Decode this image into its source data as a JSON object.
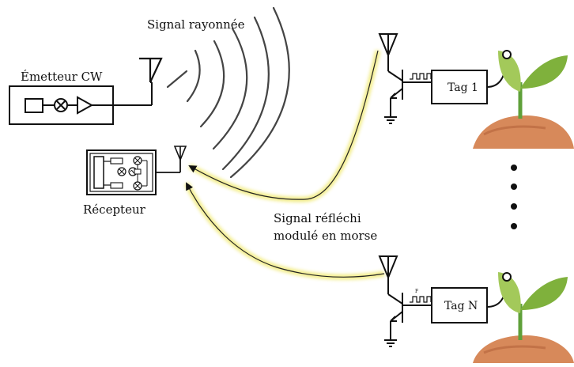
{
  "labels": {
    "radiated_signal": "Signal rayonnée",
    "cw_emitter": "Émetteur CW",
    "receiver": "Récepteur",
    "reflected_signal_line1": "Signal réfléchi",
    "reflected_signal_line2": "modulé en morse",
    "tag_1": "Tag 1",
    "tag_n": "Tag N",
    "frequency_marker": "F"
  },
  "icons": {
    "antenna": "antenna-icon",
    "mixer": "mixer-icon",
    "amplifier": "amplifier-icon",
    "transistor": "transistor-icon",
    "ground": "ground-icon",
    "plant": "plant-icon",
    "soil": "soil-icon"
  },
  "colors": {
    "line": "#111111",
    "reflected_glow": "#f2ec82",
    "leaf_light": "#a3c95a",
    "leaf_dark": "#7fb13c",
    "stem": "#5fa03a",
    "soil": "#d7895a",
    "soil_shadow": "#c27247"
  },
  "tags_count_visible": 2,
  "ellipsis_dots": 4
}
